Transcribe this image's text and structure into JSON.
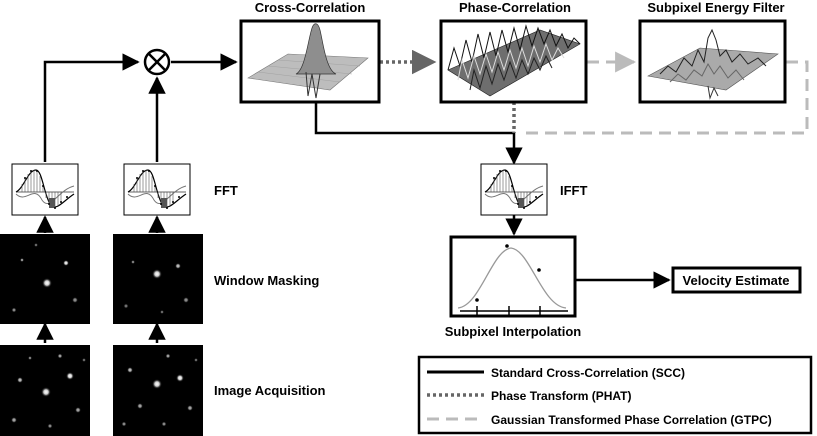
{
  "titles": {
    "cross_correlation": "Cross-Correlation",
    "phase_correlation": "Phase-Correlation",
    "subpixel_energy_filter": "Subpixel Energy Filter"
  },
  "labels": {
    "fft": "FFT",
    "ifft": "IFFT",
    "window_masking": "Window Masking",
    "image_acquisition": "Image Acquisition",
    "subpixel_interpolation": "Subpixel Interpolation",
    "velocity_estimate": "Velocity Estimate",
    "multiply_symbol": "⊗"
  },
  "legend": {
    "items": [
      {
        "label": "Standard Cross-Correlation (SCC)",
        "style": "solid",
        "color": "#000000"
      },
      {
        "label": "Phase Transform (PHAT)",
        "style": "dotted",
        "color": "#666666"
      },
      {
        "label": "Gaussian Transformed Phase Correlation (GTPC)",
        "style": "dashed",
        "color": "#bbbbbb"
      }
    ]
  },
  "colors": {
    "scc_line": "#000000",
    "phat_line": "#666666",
    "gtpc_line": "#bbbbbb",
    "image_background": "#000000",
    "particle": "#ffffff"
  }
}
